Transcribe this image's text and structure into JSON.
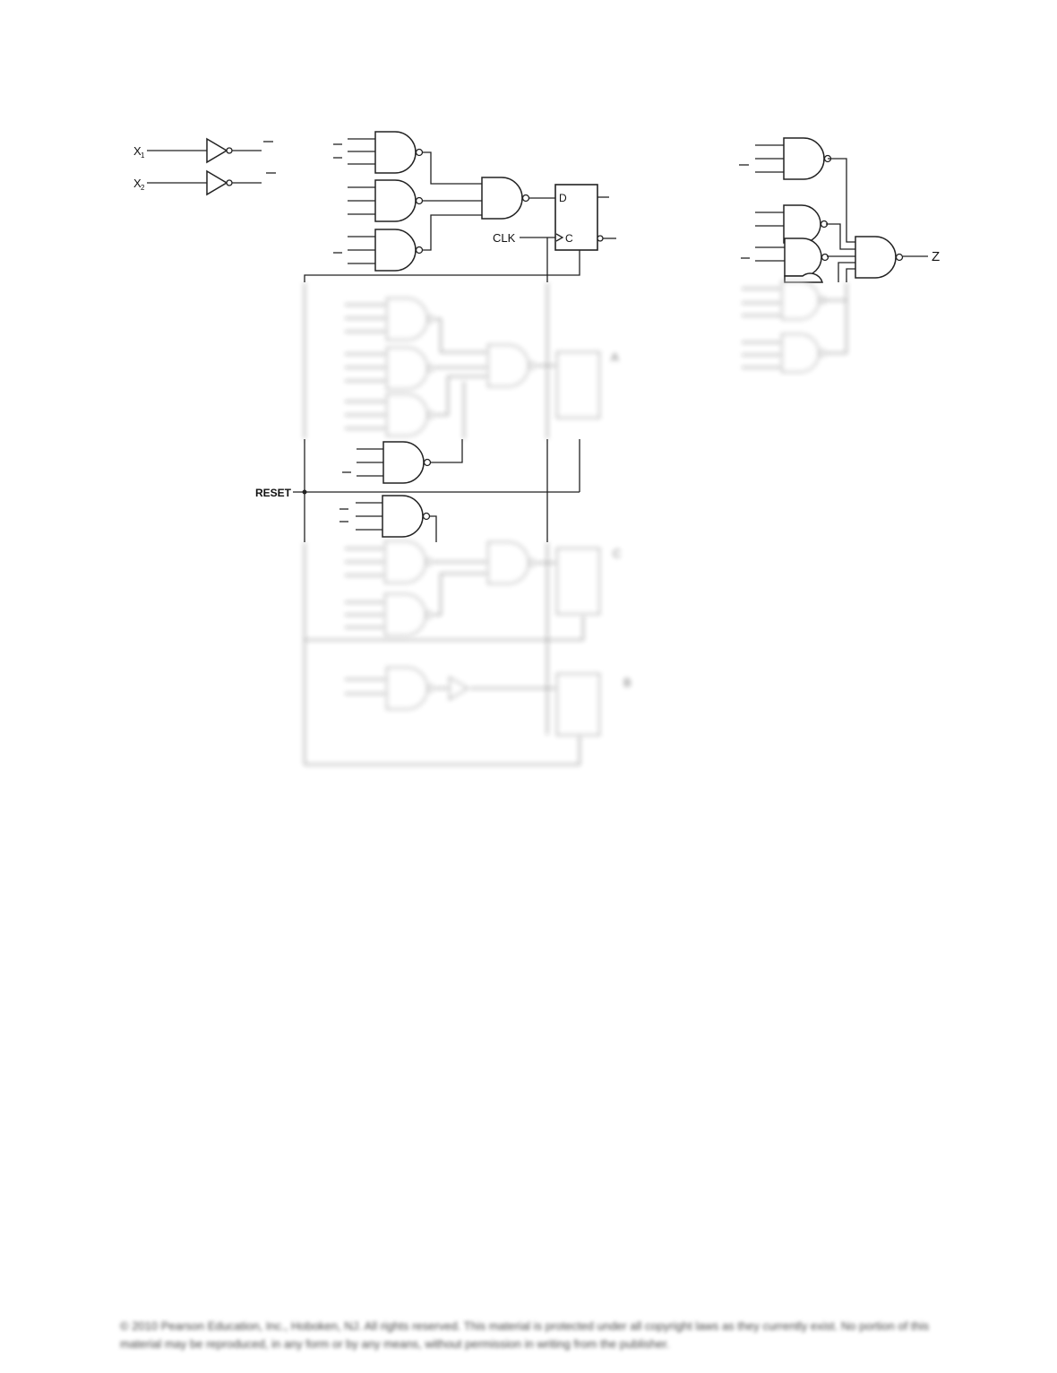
{
  "diagram": {
    "labels": {
      "x1": "X",
      "x1_sub": "1",
      "x2": "X",
      "x2_sub": "2",
      "clk": "CLK",
      "reset": "RESET",
      "z": "Z",
      "d": "D",
      "c": "C",
      "blurred_a": "A",
      "blurred_c": "C",
      "blurred_b": "B"
    }
  },
  "footer": {
    "text": "© 2010 Pearson Education, Inc., Hoboken, NJ. All rights reserved. This material is protected under all copyright laws as they currently exist. No portion of this material may be reproduced, in any form or by any means, without permission in writing from the publisher."
  }
}
